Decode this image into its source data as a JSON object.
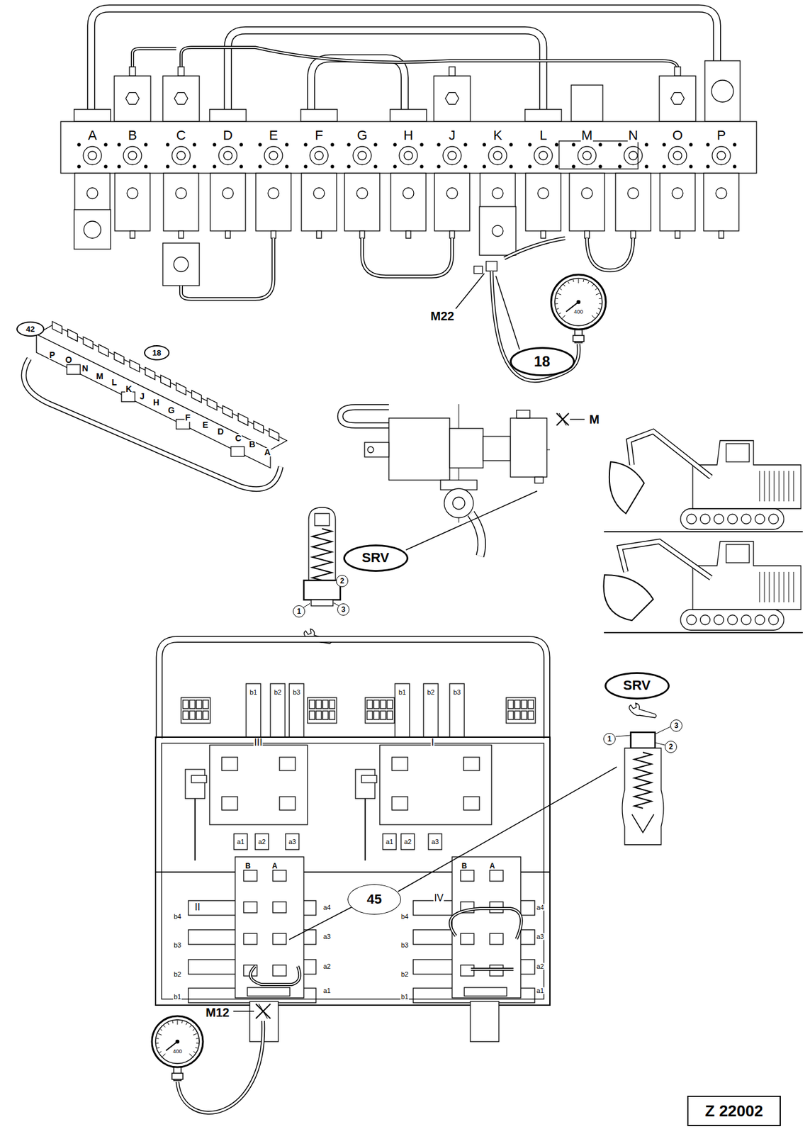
{
  "diagram": {
    "nodes": [
      {
        "text": [
          "42"
        ]
      },
      {
        "text": [
          "18"
        ]
      },
      {
        "text": [
          "18"
        ]
      },
      {
        "text": [
          "SRV"
        ]
      },
      {
        "text": [
          "2"
        ]
      },
      {
        "text": [
          "1"
        ]
      },
      {
        "text": [
          "3"
        ]
      },
      {
        "text": [
          "SRV"
        ]
      },
      {
        "text": [
          "3"
        ]
      },
      {
        "text": [
          "1"
        ]
      },
      {
        "text": [
          "2"
        ]
      },
      {
        "text": [
          "45"
        ]
      },
      {
        "text": [
          "Z 22002"
        ]
      }
    ],
    "labels": [
      "A",
      "B",
      "C",
      "D",
      "E",
      "F",
      "G",
      "H",
      "J",
      "K",
      "L",
      "M",
      "N",
      "O",
      "P",
      "M22",
      "400",
      "P",
      "O",
      "N",
      "M",
      "L",
      "K",
      "J",
      "H",
      "G",
      "F",
      "E",
      "D",
      "C",
      "B",
      "A",
      "M",
      "b1",
      "b2",
      "b3",
      "III",
      "b1",
      "b2",
      "b3",
      "I",
      "a1",
      "a2",
      "a3",
      "a1",
      "a2",
      "a3",
      "B",
      "A",
      "B",
      "A",
      "II",
      "a4",
      "IV",
      "a4",
      "b4",
      "b4",
      "a3",
      "a3",
      "b3",
      "b3",
      "a2",
      "a2",
      "b2",
      "b2",
      "a1",
      "a1",
      "b1",
      "b1",
      "M12",
      "400"
    ]
  }
}
